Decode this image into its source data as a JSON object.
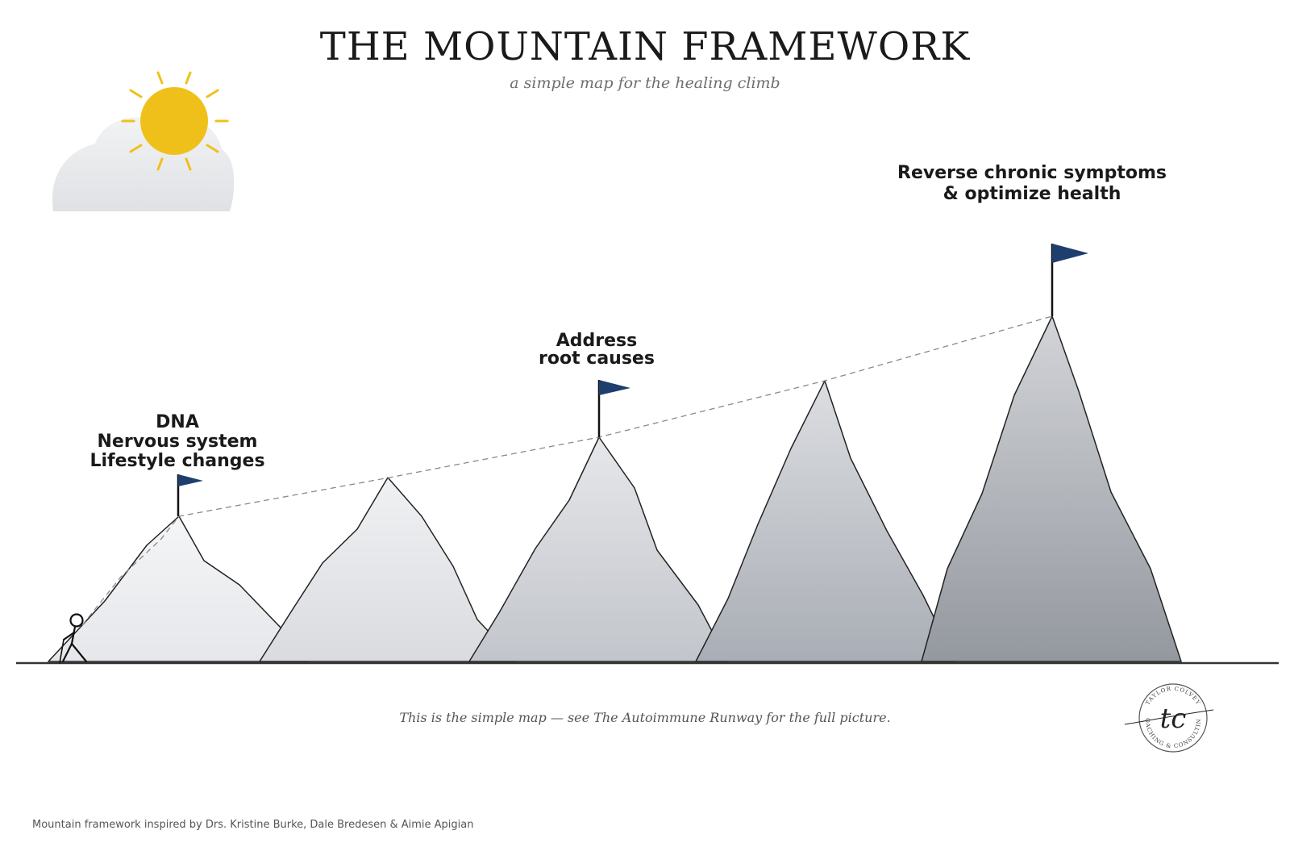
{
  "header": {
    "title": "THE MOUNTAIN FRAMEWORK",
    "subtitle": "a simple map for the healing climb"
  },
  "milestones": [
    {
      "lines": [
        "DNA",
        "Nervous system",
        "Lifestyle changes"
      ]
    },
    {
      "lines": [
        "Address",
        "root causes"
      ]
    },
    {
      "lines": [
        "Reverse chronic symptoms",
        "& optimize health"
      ]
    }
  ],
  "caption": "This is the simple map — see The Autoimmune Runway for the full picture.",
  "credit": "Mountain framework inspired by Drs. Kristine Burke, Dale Bredesen & Aimie Apigian",
  "logo": {
    "arc_top": "TAYLOR COLVEY",
    "arc_bottom": "COACHING & CONSULTING",
    "monogram": "tc"
  },
  "colors": {
    "sun": "#f0c01a",
    "flag": "#1e3f6e",
    "cloud": "#e3e5e8",
    "ground": "#333333"
  },
  "icons": [
    "sun-icon",
    "cloud-icon",
    "flag-icon",
    "hiker-icon",
    "logo-seal"
  ]
}
